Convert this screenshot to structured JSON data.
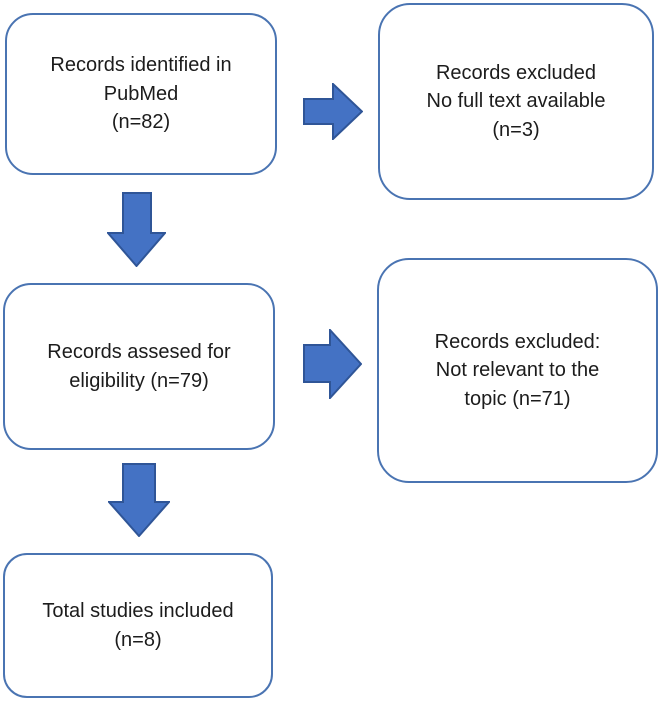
{
  "colors": {
    "arrow_fill": "#4472C4",
    "arrow_stroke": "#2F5597",
    "box_border": "#4a74b2",
    "text_color": "#1c1c1c",
    "background": "#ffffff"
  },
  "diagram_type": "flowchart",
  "boxes": {
    "identified": {
      "text": "Records identified in\nPubMed\n(n=82)"
    },
    "excluded_no_fulltext": {
      "text": "Records excluded\nNo full text available\n(n=3)"
    },
    "assessed": {
      "text": "Records assesed for\neligibility (n=79)"
    },
    "excluded_not_relevant": {
      "text": "Records excluded:\nNot relevant to the\ntopic (n=71)"
    },
    "included": {
      "text": "Total studies included\n(n=8)"
    }
  },
  "arrows": {
    "top_right": {
      "direction": "right",
      "from": "identified",
      "to": "excluded_no_fulltext"
    },
    "top_down": {
      "direction": "down",
      "from": "identified",
      "to": "assessed"
    },
    "mid_right": {
      "direction": "right",
      "from": "assessed",
      "to": "excluded_not_relevant"
    },
    "mid_down": {
      "direction": "down",
      "from": "assessed",
      "to": "included"
    }
  }
}
